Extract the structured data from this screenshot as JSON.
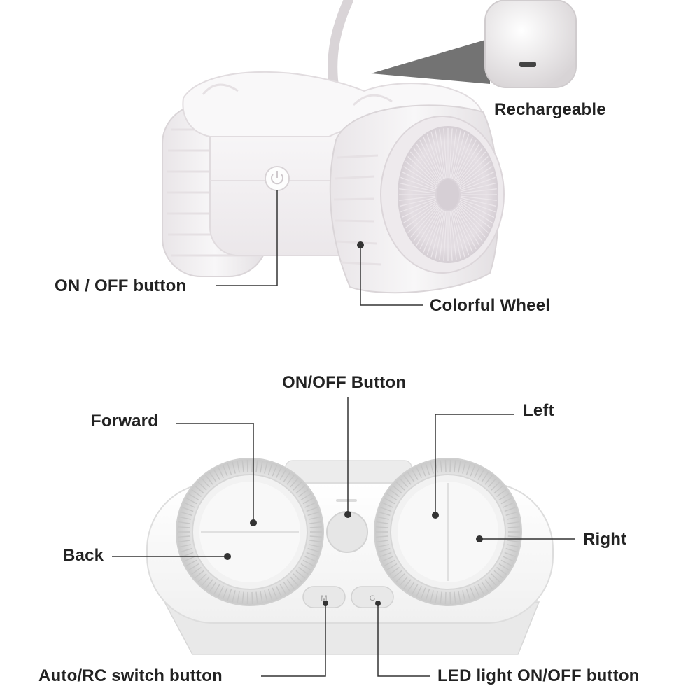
{
  "labels": {
    "rechargeable": "Rechargeable",
    "on_off_button": "ON / OFF button",
    "colorful_wheel": "Colorful Wheel",
    "remote_on_off": "ON/OFF Button",
    "forward": "Forward",
    "left": "Left",
    "back": "Back",
    "right": "Right",
    "auto_rc": "Auto/RC switch button",
    "led_light": "LED light ON/OFF button"
  },
  "remote_buttons": {
    "m": "M",
    "g": "G"
  },
  "colors": {
    "label_text": "#222222",
    "leader_line": "#333333",
    "toy_body": "#f7f5f6",
    "toy_shade": "#e6e1e4",
    "wheel_hub": "#dcd6db",
    "remote_ring": "#d9d9d9"
  }
}
